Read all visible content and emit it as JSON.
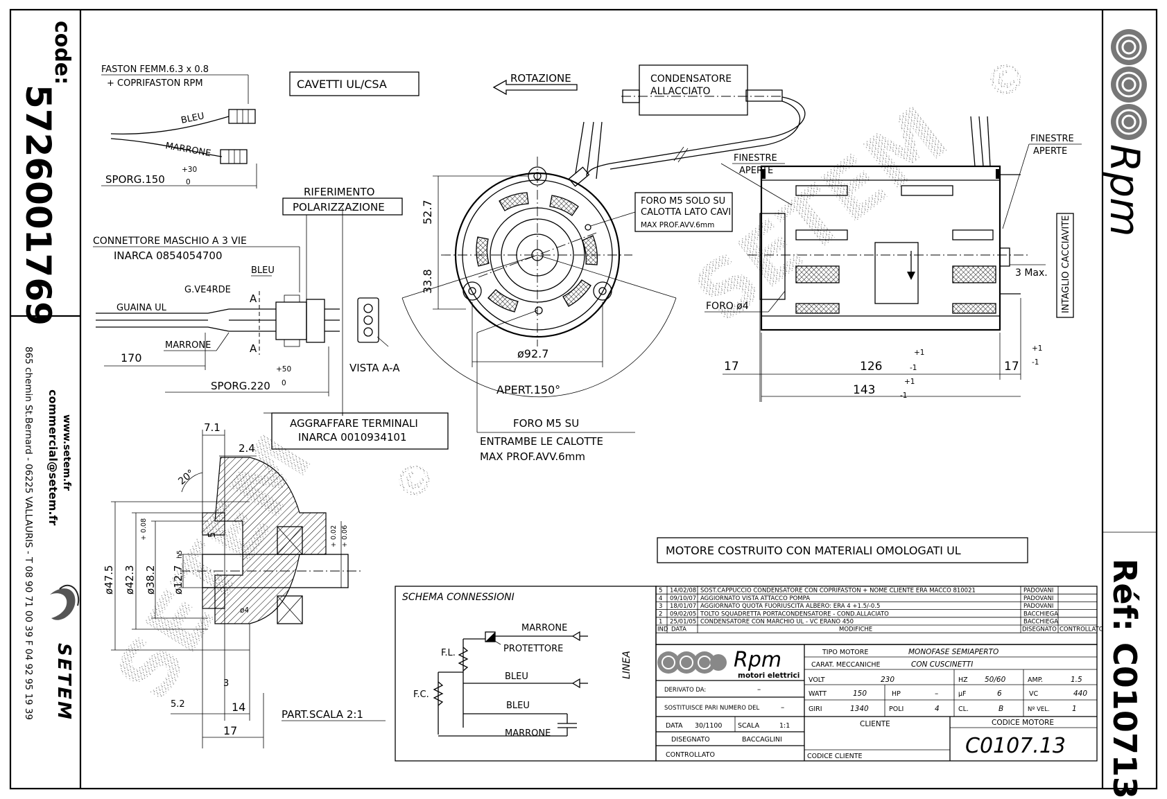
{
  "sidebar": {
    "code_label": "code:",
    "code_value": "5726001769",
    "website": "www.setem.fr",
    "email": "commercial@setem.fr",
    "address": "865 chemin St.Bernard - 06225 VALLAURIS - T 08 90 71 00 39  F 04 92 95 19 39",
    "brand": "SETEM"
  },
  "right_band": {
    "logo_text": "Rpm",
    "ref": "Réf: C010713"
  },
  "watermark": {
    "text": "SETEM",
    "symbol": "©"
  },
  "labels": {
    "faston": "FASTON FEMM.6.3 x 0.8",
    "coprifaston": "+ COPRIFASTON RPM",
    "bleu": "BLEU",
    "marrone": "MARRONE",
    "sporg150": "SPORG.150",
    "tol_plus30": "+30",
    "tol_zero": "0",
    "cavetti": "CAVETTI UL/CSA",
    "riferimento": "RIFERIMENTO",
    "polarizzazione": "POLARIZZAZIONE",
    "connettore": "CONNETTORE MASCHIO A 3 VIE",
    "inarca_conn": "INARCA 0854054700",
    "gverde": "G.VE4RDE",
    "guaina": "GUAINA UL",
    "section_a": "A",
    "dim170": "170",
    "sporg220": "SPORG.220",
    "tol_plus50": "+50",
    "vista_aa": "VISTA A-A",
    "aggraffare": "AGGRAFFARE TERMINALI",
    "inarca_term": "INARCA 0010934101",
    "rotazione": "ROTAZIONE",
    "condensatore": "CONDENSATORE",
    "allacciato": "ALLACCIATO",
    "dim527": "52.7",
    "dim338": "33.8",
    "foro_m5_1": "FORO M5 SOLO SU",
    "foro_m5_2": "CALOTTA LATO CAVI",
    "foro_m5_3": "MAX PROF.AVV.6mm",
    "dia927": "ø92.7",
    "apert150": "APERT.150°",
    "foro_m5_su": "FORO M5 SU",
    "entrambe": "ENTRAMBE LE CALOTTE",
    "max_prof": "MAX PROF.AVV.6mm",
    "finestre": "FINESTRE",
    "aperte": "APERTE",
    "intaglio": "INTAGLIO CACCIAVITE",
    "three_max": "3 Max.",
    "foro4": "FORO ø4",
    "dim17": "17",
    "dim126": "126",
    "dim143": "143",
    "tol_p1": "+1",
    "tol_m1": "-1",
    "dim71": "7.1",
    "dim24": "2.4",
    "angle20": "20°",
    "dia475": "ø47.5",
    "dia423": "ø42.3",
    "dia382": "ø38.2",
    "tol_008": "+ 0.08",
    "dia127": "ø12.7",
    "h5": "h5",
    "dim5": "5",
    "tol_002": "+ 0.02",
    "tol_006": "+ 0.06",
    "dia4": "ø4",
    "dim3": "3",
    "dim52": "5.2",
    "dim14": "14",
    "part_scala": "PART.SCALA 2:1",
    "motore_ul": "MOTORE COSTRUITO CON MATERIALI OMOLOGATI UL"
  },
  "schema": {
    "title": "SCHEMA CONNESSIONI",
    "marrone": "MARRONE",
    "protettore": "PROTETTORE",
    "bleu": "BLEU",
    "fl": "F.L.",
    "fc": "F.C.",
    "linea": "LINEA"
  },
  "revisions": [
    {
      "ind": "5",
      "data": "14/02/08",
      "desc": "SOST.CAPPUCCIO CONDENSATORE CON COPRIFASTON + NOME CLIENTE ERA MACCO 810021",
      "by": "PADOVANI"
    },
    {
      "ind": "4",
      "data": "09/10/07",
      "desc": "AGGIORNATO VISTA ATTACCO POMPA",
      "by": "PADOVANI"
    },
    {
      "ind": "3",
      "data": "18/01/07",
      "desc": "AGGIORNATO QUOTA FUORIUSCITA ALBERO: ERA 4 +1.5/-0.5",
      "by": "PADOVANI"
    },
    {
      "ind": "2",
      "data": "09/02/05",
      "desc": "TOLTO SQUADRETTA PORTACONDENSATORE - COND.ALLACIATO",
      "by": "BACCHIEGA"
    },
    {
      "ind": "1",
      "data": "25/01/05",
      "desc": "CONDENSATORE CON MARCHIO UL - VC ERANO 450",
      "by": "BACCHIEGA"
    }
  ],
  "revision_header": {
    "ind": "IND",
    "data": "DATA",
    "modifiche": "MODIFICHE",
    "disegnato": "DISEGNATO",
    "controllato": "CONTROLLATO"
  },
  "title_block": {
    "logo": "Rpm",
    "logo_sub": "motori elettrici",
    "tipo_motore_label": "TIPO MOTORE",
    "tipo_motore": "MONOFASE SEMIAPERTO",
    "carat_label": "CARAT. MECCANICHE",
    "carat": "CON CUSCINETTI",
    "volt_label": "VOLT",
    "volt": "230",
    "hz_label": "HZ",
    "hz": "50/60",
    "amp_label": "AMP.",
    "amp": "1.5",
    "watt_label": "WATT",
    "watt": "150",
    "hp_label": "HP",
    "hp": "–",
    "uf_label": "µF",
    "uf": "6",
    "vc_label": "VC",
    "vc": "440",
    "giri_label": "GIRI",
    "giri": "1340",
    "poli_label": "POLI",
    "poli": "4",
    "cl_label": "CL.",
    "cl": "B",
    "nvel_label": "Nº VEL.",
    "nvel": "1",
    "derivato_label": "DERIVATO DA:",
    "derivato": "–",
    "sostituisce_label": "SOSTITUISCE PARI NUMERO DEL",
    "sostituisce": "–",
    "data_label": "DATA",
    "data": "30/1100",
    "scala_label": "SCALA",
    "scala": "1:1",
    "disegnato_label": "DISEGNATO",
    "disegnato": "BACCAGLINI",
    "controllato_label": "CONTROLLATO",
    "cliente_label": "CLIENTE",
    "codice_motore_label": "CODICE MOTORE",
    "codice_motore": "C0107.13",
    "codice_cliente_label": "CODICE CLIENTE"
  }
}
